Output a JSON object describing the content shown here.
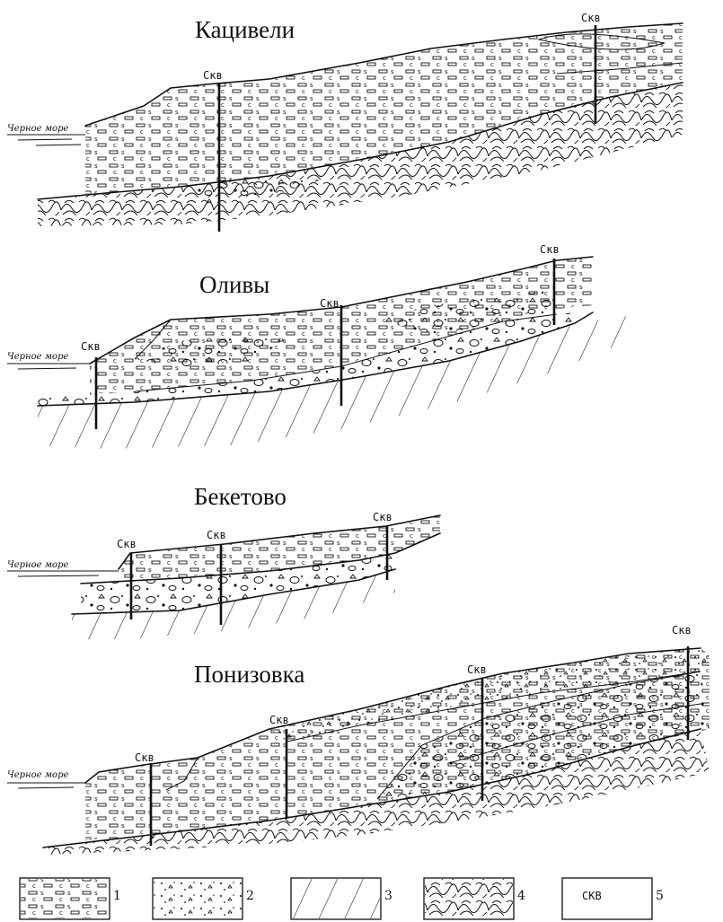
{
  "sections": [
    {
      "title": "Кацивели"
    },
    {
      "title": "Оливы"
    },
    {
      "title": "Бекетово"
    },
    {
      "title": "Понизовка"
    }
  ],
  "sea_label": "Черное море",
  "well_label": "Скв",
  "legend": [
    {
      "num": "1",
      "pattern": "clay-loam"
    },
    {
      "num": "2",
      "pattern": "gravel"
    },
    {
      "num": "3",
      "pattern": "bedrock-hatched"
    },
    {
      "num": "4",
      "pattern": "folded-flysch"
    },
    {
      "num": "5",
      "text": "СКВ"
    }
  ]
}
